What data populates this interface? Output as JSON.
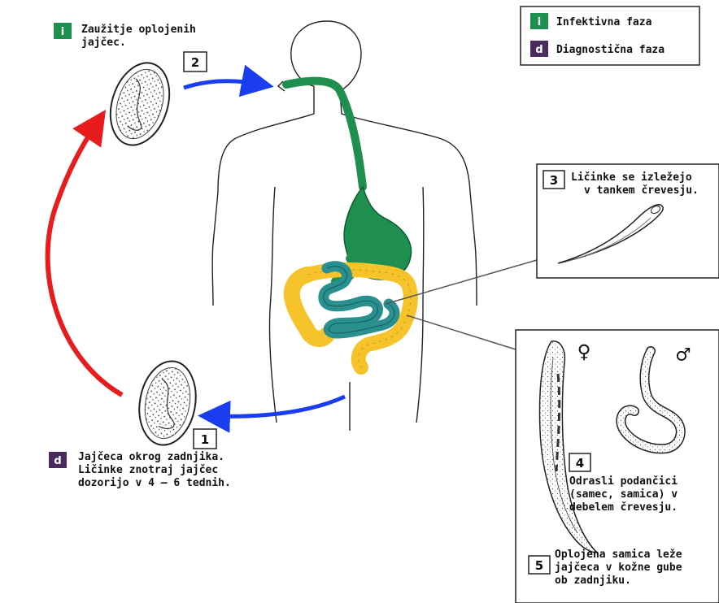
{
  "legend": {
    "infective": {
      "badge": "i",
      "label": "Infektivna faza",
      "color": "#1e8f4e"
    },
    "diagnostic": {
      "badge": "d",
      "label": "Diagnostična faza",
      "color": "#4b2a5e"
    }
  },
  "step1": {
    "number": "1",
    "badge": "d",
    "lines": [
      "Jajčeca okrog zadnjika.",
      "Ličinke znotraj jajčec",
      "dozorijo v 4 – 6 tednih."
    ]
  },
  "step2": {
    "number": "2",
    "badge": "i",
    "lines": [
      "Zaužitje oplojenih",
      "jajčec."
    ]
  },
  "step3": {
    "number": "3",
    "lines": [
      "Ličinke se izležejo",
      "v tankem črevesju."
    ]
  },
  "step4": {
    "number": "4",
    "female_symbol": "♀",
    "male_symbol": "♂",
    "lines": [
      "Odrasli podančici",
      "(samec, samica) v",
      "debelem črevesju."
    ]
  },
  "step5": {
    "number": "5",
    "lines": [
      "Oplojena samica leže",
      "jajčeca v kožne gube",
      "ob zadnjiku."
    ]
  },
  "colors": {
    "arrow_blue": "#1a3df0",
    "arrow_red": "#e81c1c",
    "stomach_green": "#1e8f4e",
    "small_intestine_teal": "#2a8f8f",
    "large_intestine_yellow": "#f6c32b"
  }
}
